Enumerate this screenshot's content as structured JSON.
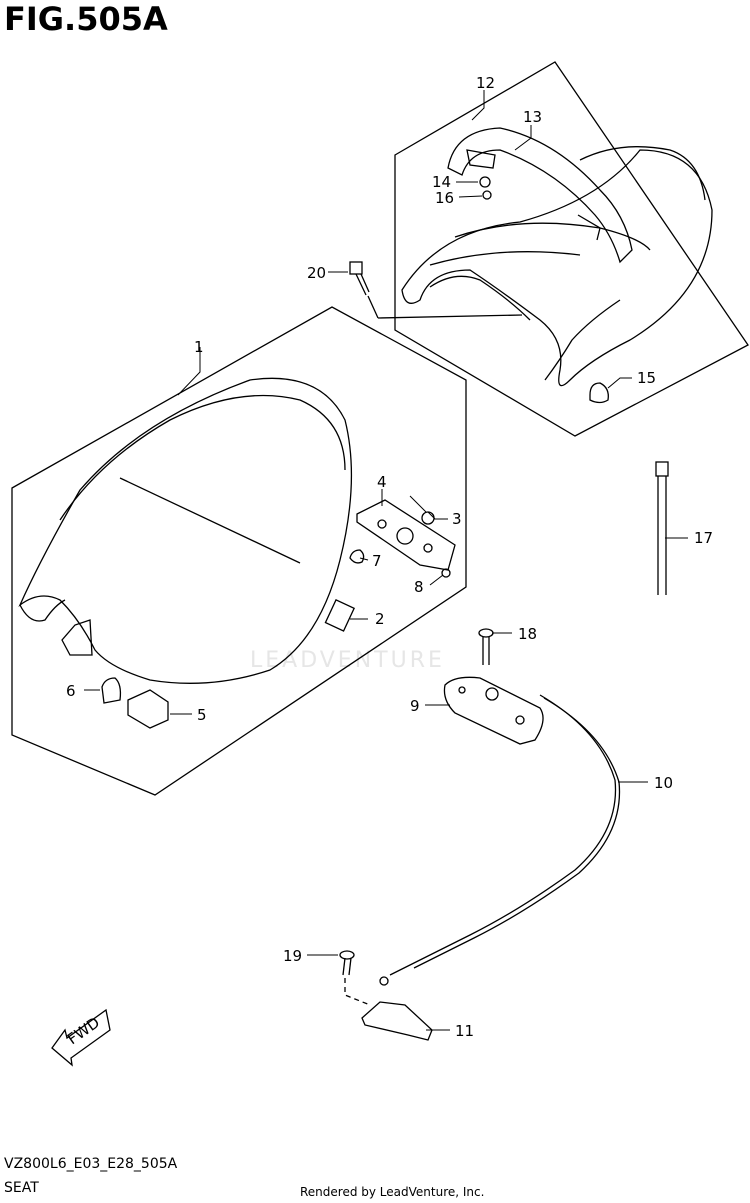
{
  "figure": {
    "title": "FIG.505A",
    "code": "VZ800L6_E03_E28_505A",
    "name": "SEAT",
    "rendered_by": "Rendered by LeadVenture, Inc.",
    "watermark": "LEADVENTURE"
  },
  "fwd_label": "FWD",
  "parts": [
    {
      "id": "1",
      "label": "1"
    },
    {
      "id": "2",
      "label": "2"
    },
    {
      "id": "3",
      "label": "3"
    },
    {
      "id": "4",
      "label": "4"
    },
    {
      "id": "5",
      "label": "5"
    },
    {
      "id": "6",
      "label": "6"
    },
    {
      "id": "7",
      "label": "7"
    },
    {
      "id": "8",
      "label": "8"
    },
    {
      "id": "9",
      "label": "9"
    },
    {
      "id": "10",
      "label": "10"
    },
    {
      "id": "11",
      "label": "11"
    },
    {
      "id": "12",
      "label": "12"
    },
    {
      "id": "13",
      "label": "13"
    },
    {
      "id": "14",
      "label": "14"
    },
    {
      "id": "15",
      "label": "15"
    },
    {
      "id": "16",
      "label": "16"
    },
    {
      "id": "17",
      "label": "17"
    },
    {
      "id": "18",
      "label": "18"
    },
    {
      "id": "19",
      "label": "19"
    },
    {
      "id": "20",
      "label": "20"
    }
  ]
}
